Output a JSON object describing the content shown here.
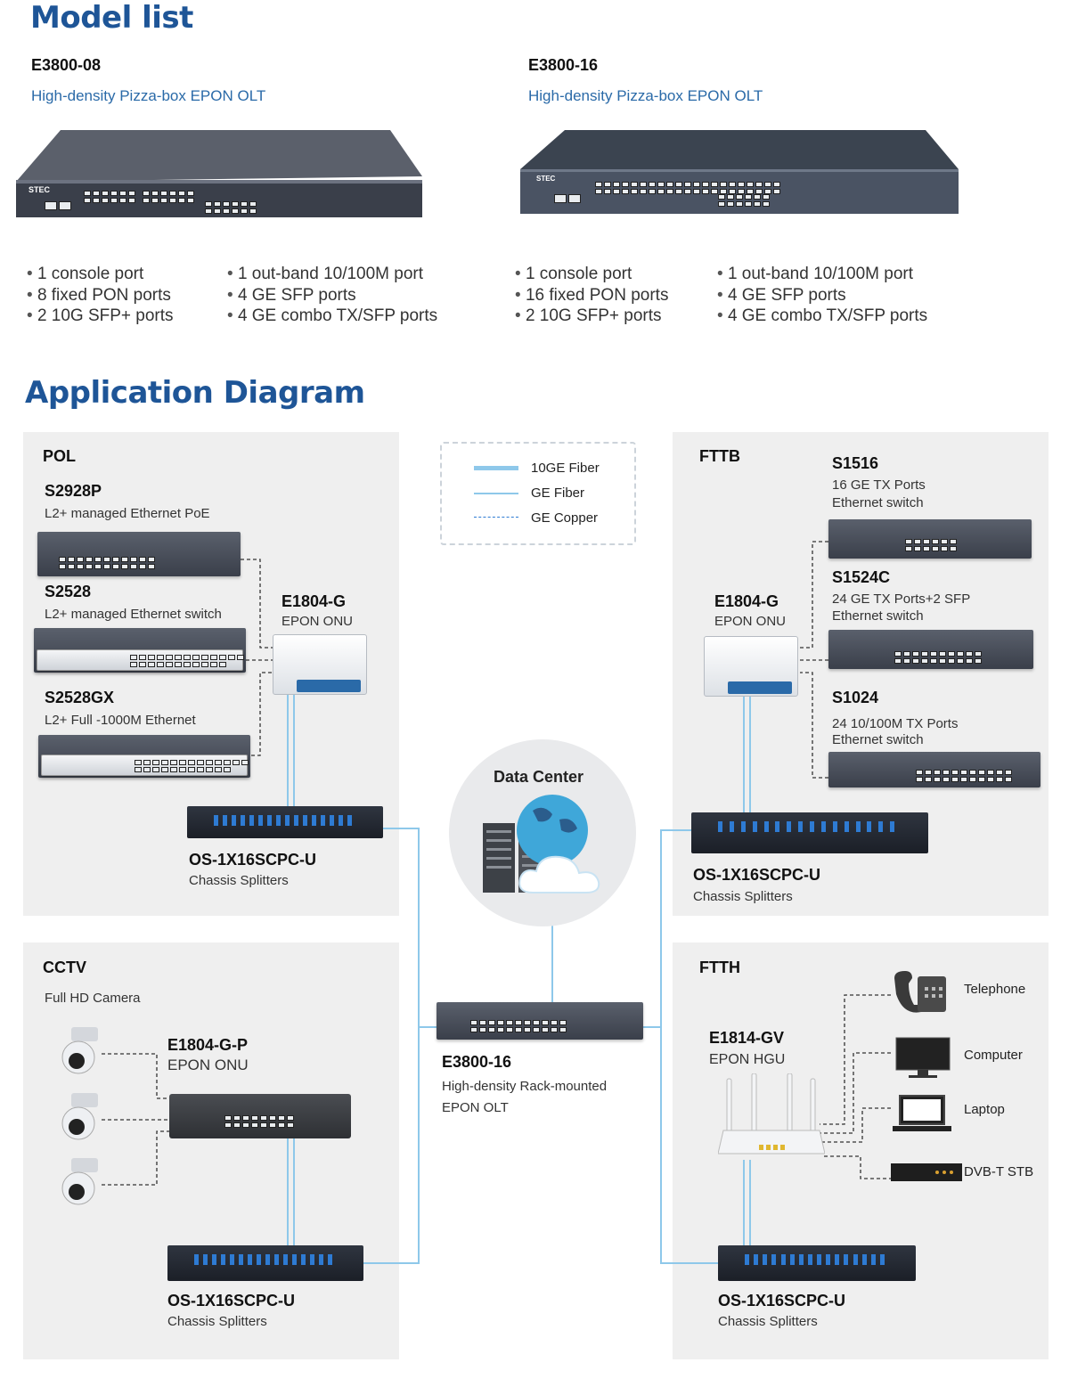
{
  "model_list": {
    "title": "Model  list",
    "models": [
      {
        "name": "E3800-08",
        "desc": "High-density Pizza-box EPON OLT",
        "features_left": [
          "1 console port",
          "8 fixed PON ports",
          "2 10G SFP+ ports"
        ],
        "features_right": [
          "1 out-band 10/100M port",
          "4 GE SFP ports",
          "4 GE combo TX/SFP ports"
        ],
        "brand": "STEC"
      },
      {
        "name": "E3800-16",
        "desc": "High-density Pizza-box EPON OLT",
        "features_left": [
          "1 console port",
          "16 fixed PON ports",
          "2 10G SFP+ ports"
        ],
        "features_right": [
          "1 out-band 10/100M port",
          "4 GE SFP ports",
          "4 GE combo TX/SFP ports"
        ],
        "brand": "STEC"
      }
    ]
  },
  "application": {
    "title": "Application Diagram",
    "legend": [
      "10GE Fiber",
      "GE Fiber",
      "GE Copper"
    ],
    "pol": {
      "label": "POL",
      "devices": [
        {
          "name": "S2928P",
          "desc": "L2+ managed Ethernet PoE"
        },
        {
          "name": "S2528",
          "desc": "L2+ managed Ethernet switch"
        },
        {
          "name": "S2528GX",
          "desc": "L2+ Full -1000M Ethernet"
        }
      ],
      "onu": {
        "name": "E1804-G",
        "desc": "EPON ONU"
      },
      "splitter": {
        "name": "OS-1X16SCPC-U",
        "desc": "Chassis  Splitters"
      }
    },
    "fttb": {
      "label": "FTTB",
      "devices": [
        {
          "name": "S1516",
          "desc1": "16 GE TX Ports",
          "desc2": "Ethernet switch"
        },
        {
          "name": "S1524C",
          "desc1": "24 GE TX Ports+2 SFP",
          "desc2": "Ethernet switch"
        },
        {
          "name": "S1024",
          "desc1": "24 10/100M TX Ports",
          "desc2": "Ethernet switch"
        }
      ],
      "onu": {
        "name": "E1804-G",
        "desc": "EPON ONU"
      },
      "splitter": {
        "name": "OS-1X16SCPC-U",
        "desc": "Chassis  Splitters"
      }
    },
    "data_center": {
      "label": "Data Center"
    },
    "olt": {
      "name": "E3800-16",
      "desc1": "High-density Rack-mounted",
      "desc2": "EPON OLT"
    },
    "cctv": {
      "label": "CCTV",
      "camera_label": "Full HD Camera",
      "onu": {
        "name": "E1804-G-P",
        "desc": "EPON ONU"
      },
      "splitter": {
        "name": "OS-1X16SCPC-U",
        "desc": "Chassis  Splitters"
      }
    },
    "ftth": {
      "label": "FTTH",
      "hgu": {
        "name": "E1814-GV",
        "desc": "EPON HGU"
      },
      "terminals": [
        "Telephone",
        "Computer",
        "Laptop",
        "DVB-T STB"
      ],
      "splitter": {
        "name": "OS-1X16SCPC-U",
        "desc": "Chassis  Splitters"
      }
    }
  },
  "colors": {
    "title_blue": "#1e5597",
    "fiber": "#8ec8ea",
    "copper": "#333333",
    "panel": "#efefef"
  }
}
